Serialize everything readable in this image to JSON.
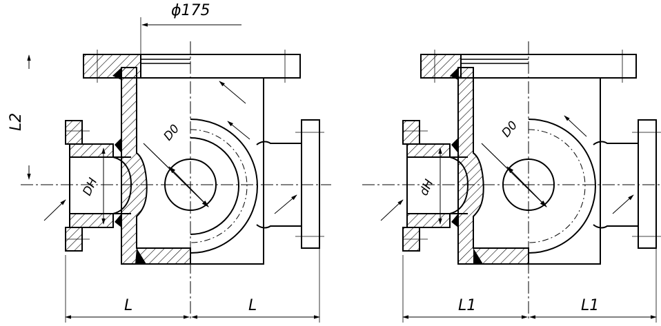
{
  "labels": {
    "flange_diameter": "ϕ175",
    "height_left": "L2",
    "left_view": {
      "length_left": "L",
      "length_right": "L",
      "outer_diameter": "DН",
      "bore_diameter": "D0"
    },
    "right_view": {
      "length_left": "L1",
      "length_right": "L1",
      "outer_diameter": "dН",
      "bore_diameter": "D0"
    }
  }
}
